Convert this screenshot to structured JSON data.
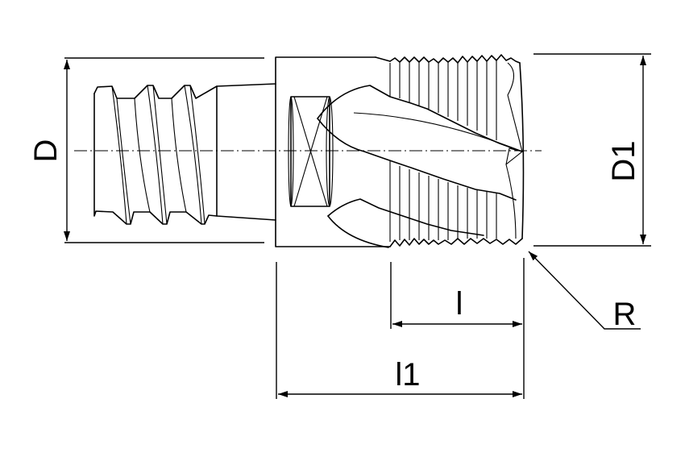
{
  "drawing": {
    "title_hidden": null,
    "labels": {
      "diameter": "D",
      "cutting_diameter": "D1",
      "cutting_length": "l",
      "total_length": "l1",
      "corner_radius": "R"
    },
    "colors": {
      "line": "#000000",
      "background": "#ffffff"
    }
  }
}
